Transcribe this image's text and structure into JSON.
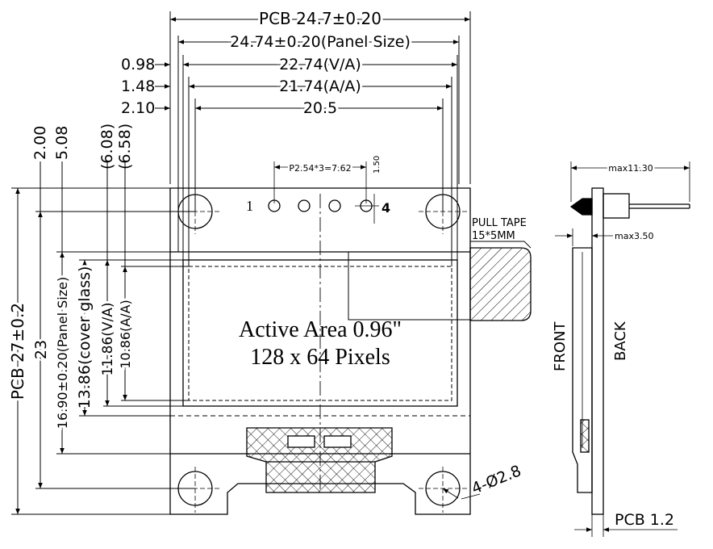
{
  "dimensions_top": {
    "pcb_width": "PCB 24.7±0.20",
    "panel_width": "24.74±0.20(Panel Size)",
    "va_width": "22.74(V/A)",
    "aa_width": "21.74(A/A)",
    "pin_span": "20.5",
    "offset_va": "0.98",
    "offset_aa": "1.48",
    "offset_pin": "2.10"
  },
  "dimensions_left": {
    "top_a": "2.00",
    "top_b": "5.08",
    "top_c": "(6.08)",
    "top_d": "(6.58)",
    "pcb_height": "PCB 27±0.2",
    "hole_pitch": "23",
    "panel_height": "16.90±0.20(Panel Size)",
    "cover_glass": "13.86(cover glass)",
    "va_height": "11.86(V/A)",
    "aa_height": "10.86(A/A)"
  },
  "pins": {
    "pitch_label": "P2.54*3=7.62",
    "pin_height": "1.50",
    "first_pin": "1",
    "last_pin": "4"
  },
  "display": {
    "line1": "Active Area 0.96\"",
    "line2": "128 x 64 Pixels"
  },
  "tape": {
    "label1": "PULL TAPE",
    "label2": "15*5MM"
  },
  "holes_label": "4-Ø2.8",
  "side_view": {
    "max_total": "max11.30",
    "max_module": "max3.50",
    "front": "FRONT",
    "back": "BACK",
    "pcb_thickness": "PCB 1.2"
  }
}
